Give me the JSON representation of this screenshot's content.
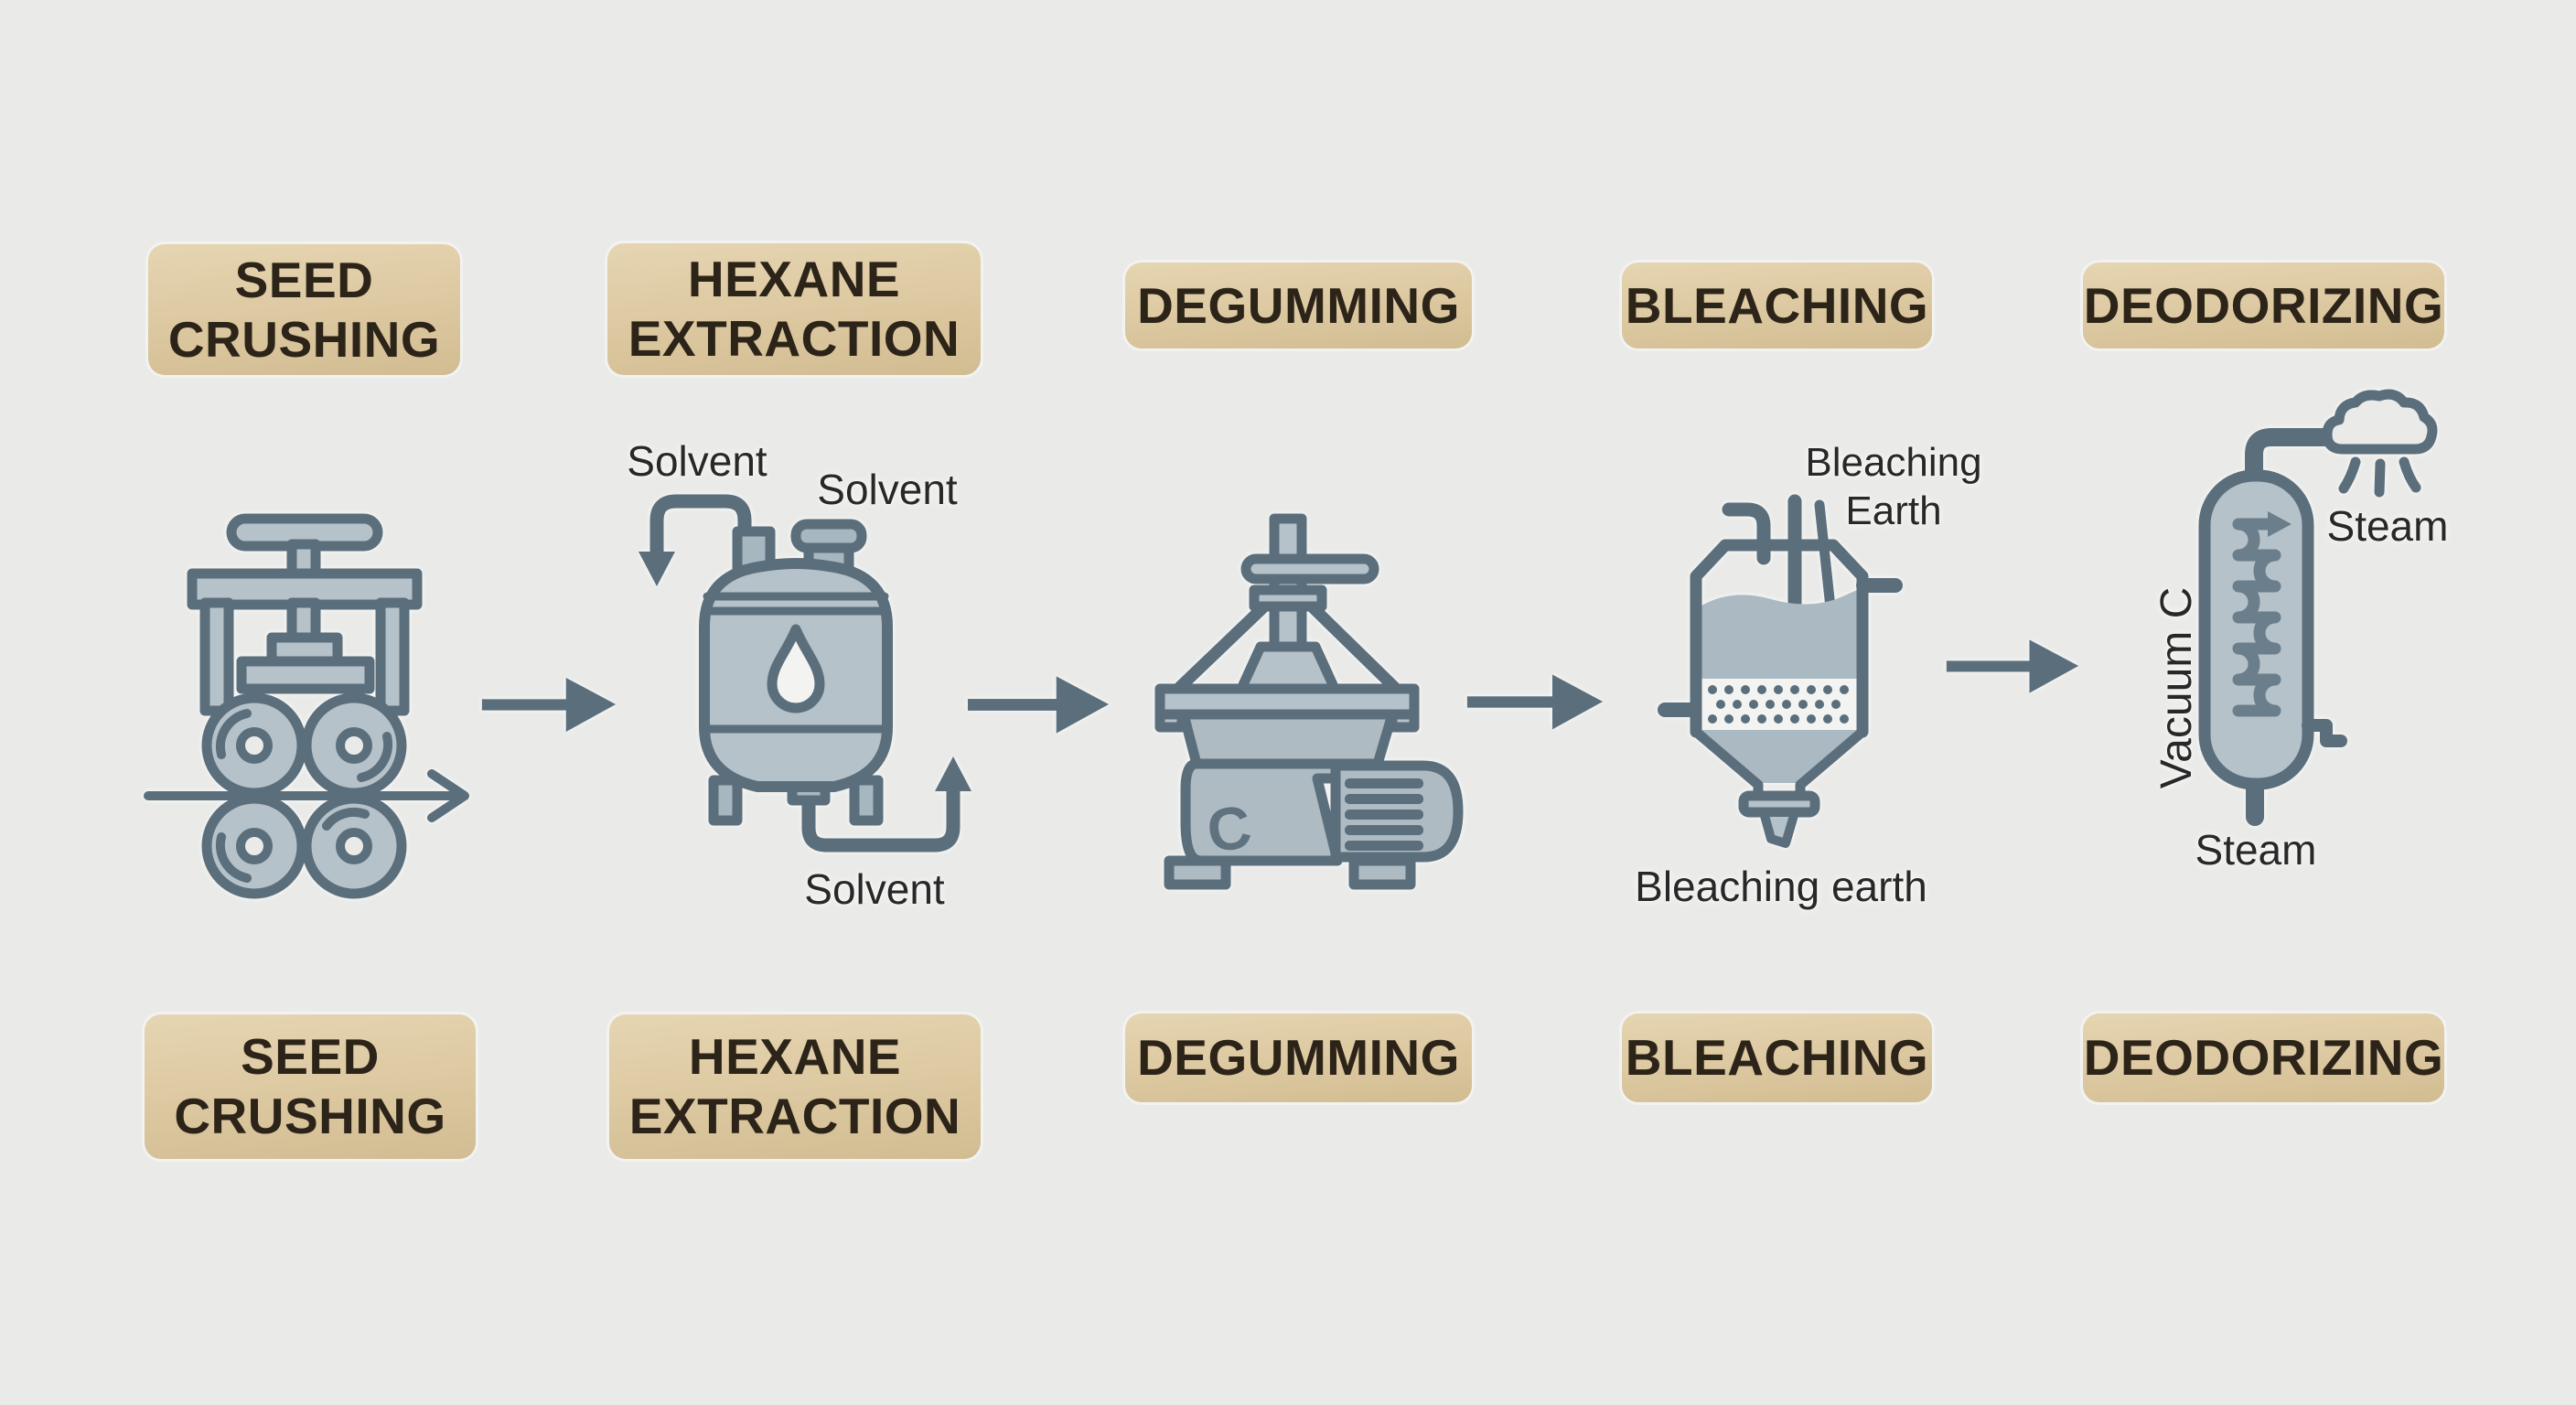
{
  "diagram": {
    "type": "process-flow",
    "direction": "left-to-right",
    "connector": "arrow-right",
    "stage_count": 5
  },
  "colors": {
    "background": "#eaebe8",
    "label_box": "#ddc9a2",
    "label_text": "#2c2418",
    "icon_stroke": "#5b6e7c",
    "icon_fill": "#b6c2c9",
    "annotation_text": "#282828"
  },
  "stages": [
    {
      "name": "seed-crushing",
      "label": "SEED\nCRUSHING",
      "icon": "roller-press-icon"
    },
    {
      "name": "hexane-extraction",
      "label": "HEXANE\nEXTRACTION",
      "icon": "extraction-tank-icon",
      "annotations": {
        "solvent_in": "Solvent",
        "solvent_top": "Solvent",
        "solvent_out": "Solvent"
      }
    },
    {
      "name": "degumming",
      "label": "DEGUMMING",
      "icon": "centrifuge-icon",
      "annotations": {
        "emblem": "C"
      }
    },
    {
      "name": "bleaching",
      "label": "BLEACHING",
      "icon": "bleaching-vessel-icon",
      "annotations": {
        "earth_top": "Bleaching\nEarth",
        "earth_bottom": "Bleaching earth"
      }
    },
    {
      "name": "deodorizing",
      "label": "DEODORIZING",
      "icon": "deodorizer-column-icon",
      "annotations": {
        "vacuum_side": "Vacuum C",
        "steam_top": "Steam",
        "steam_bottom": "Steam"
      }
    }
  ]
}
